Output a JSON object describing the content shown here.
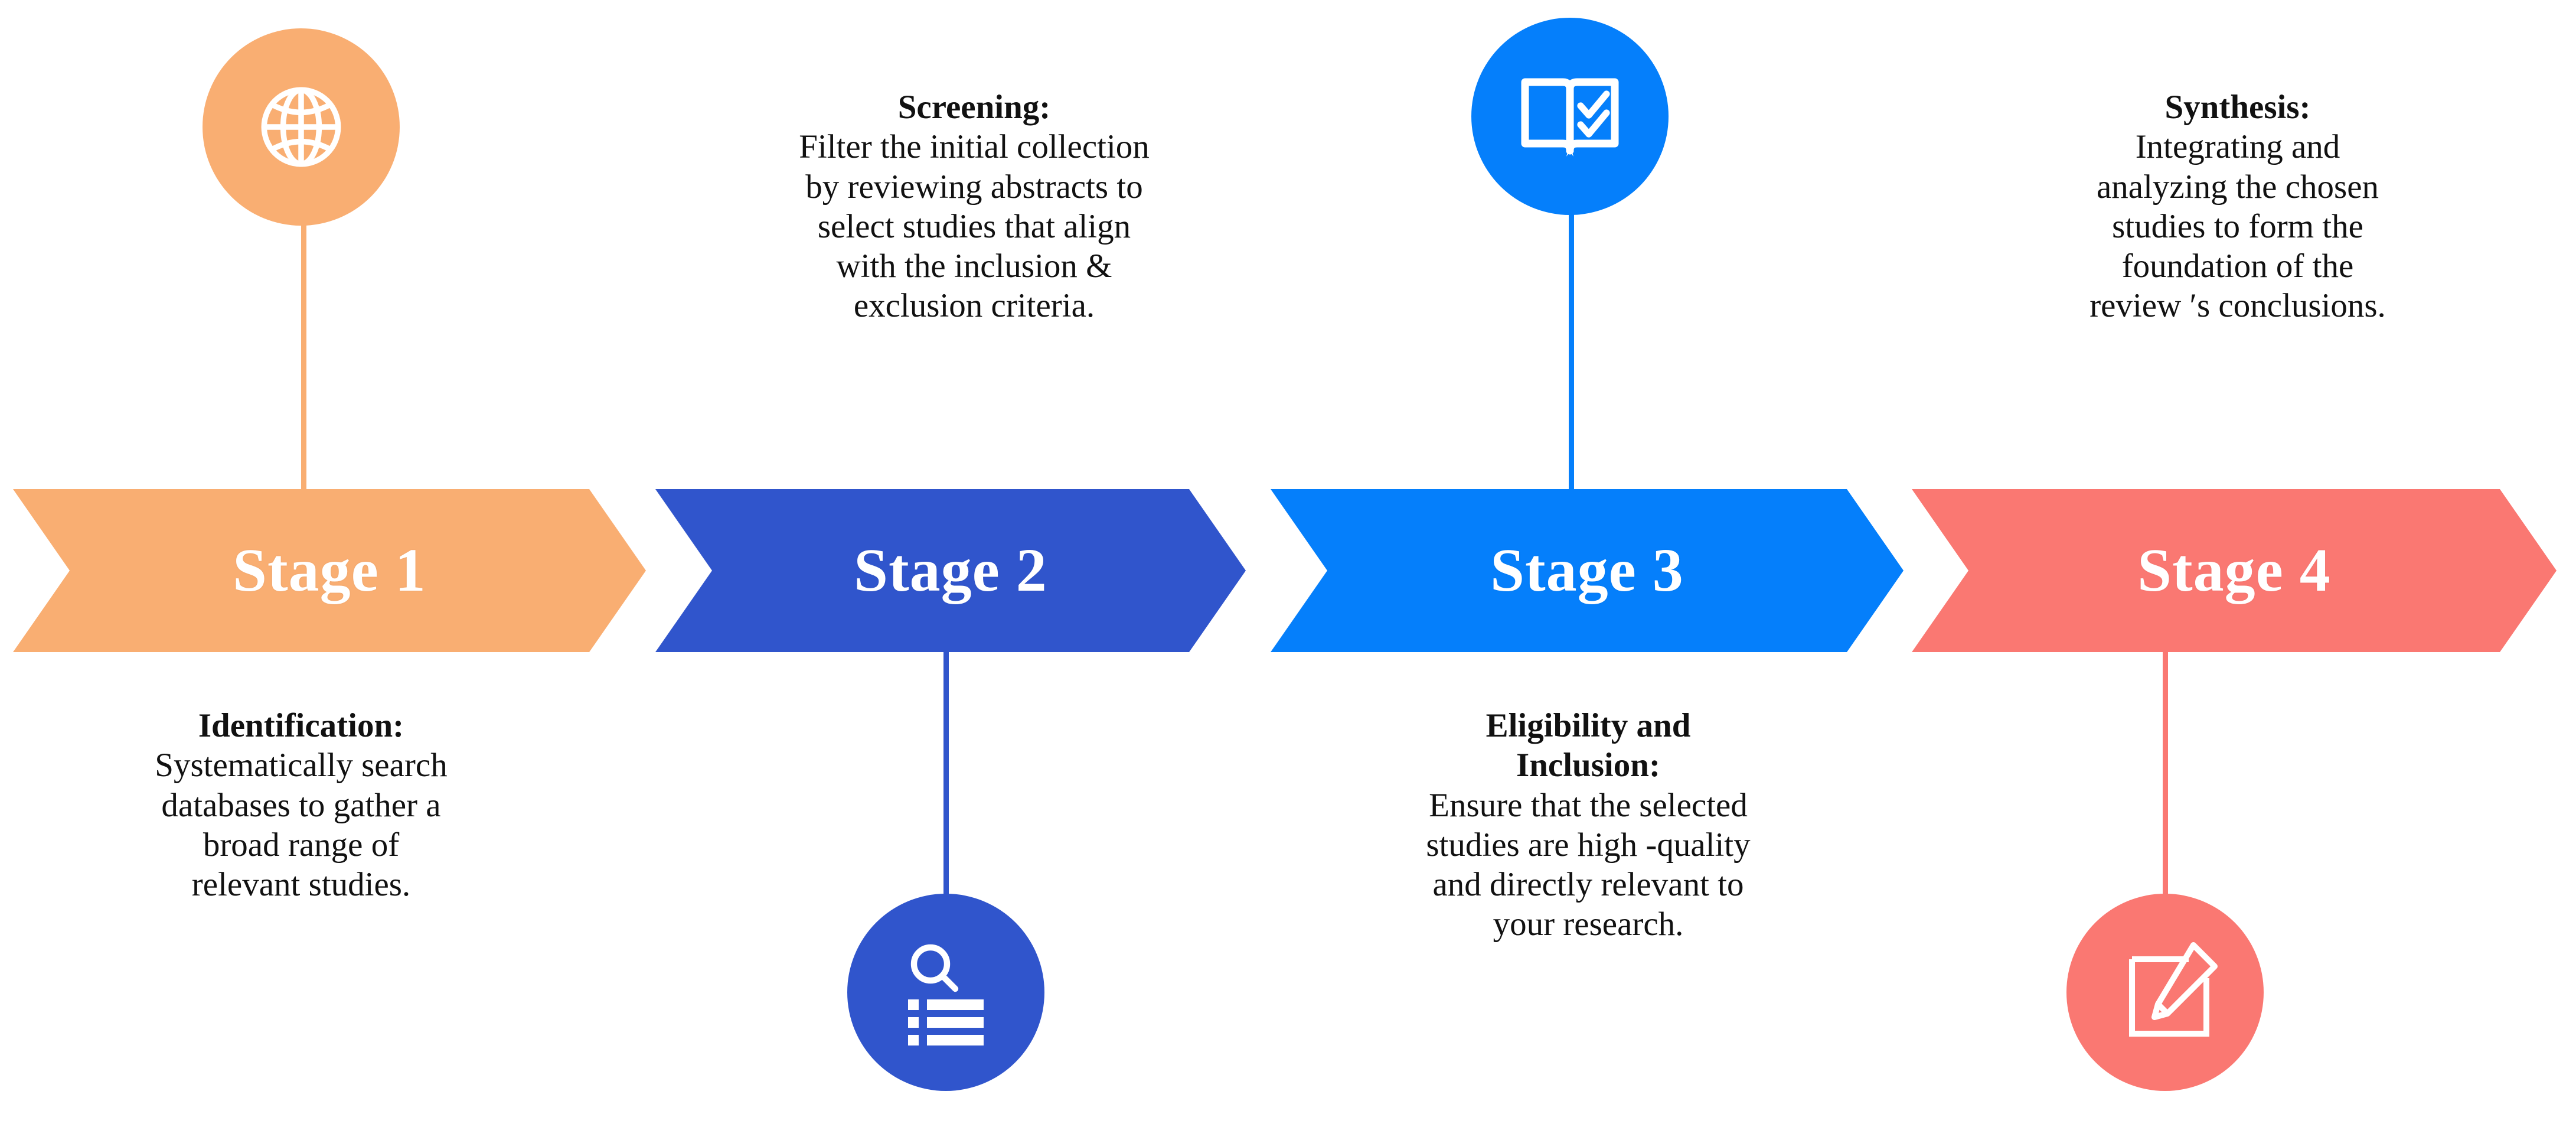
{
  "diagram": {
    "title": "Systematic Review Process — Four Stage Flow",
    "type": "process-flow-chevron",
    "colors": {
      "stage1": "#F9AE72",
      "stage2": "#3055CC",
      "stage3": "#057FFB",
      "stage4": "#FA7872",
      "background": "#FFFFFF",
      "banner_text": "#FFFFFF",
      "body_text": "#111111"
    },
    "stages": [
      {
        "banner_label": "Stage 1",
        "color": "#F9AE72",
        "icon": "globe-icon",
        "icon_position": "above",
        "text_position": "below",
        "heading": "Identification:",
        "body": "Systematically search databases to gather a broad range of relevant studies.",
        "body_lines": [
          "Systematically search",
          "databases to gather a",
          "broad range of",
          "relevant studies."
        ]
      },
      {
        "banner_label": "Stage 2",
        "color": "#3055CC",
        "icon": "search-list-icon",
        "icon_position": "below",
        "text_position": "above",
        "heading": "Screening:",
        "body": "Filter the initial collection by reviewing abstracts to select studies that align with the inclusion & exclusion criteria.",
        "body_lines": [
          "Filter the initial collection",
          "by reviewing abstracts to",
          "select studies that align",
          "with the inclusion &",
          "exclusion criteria."
        ]
      },
      {
        "banner_label": "Stage 3",
        "color": "#057FFB",
        "icon": "book-check-icon",
        "icon_position": "above",
        "text_position": "below",
        "heading_lines": [
          "Eligibility and",
          "Inclusion:"
        ],
        "heading": "Eligibility and Inclusion:",
        "body": "Ensure that the selected studies are high  -quality and directly relevant to your research.",
        "body_lines": [
          "Ensure that the selected",
          "studies are high  -quality",
          "and directly relevant to",
          "your research."
        ]
      },
      {
        "banner_label": "Stage 4",
        "color": "#FA7872",
        "icon": "edit-square-pencil-icon",
        "icon_position": "below",
        "text_position": "above",
        "heading": "Synthesis:",
        "body": "Integrating and analyzing the chosen studies to form the foundation of the review ′s conclusions.",
        "body_lines": [
          "Integrating and",
          "analyzing the chosen",
          "studies to form the",
          "foundation of the",
          "review ′s conclusions."
        ]
      }
    ]
  }
}
